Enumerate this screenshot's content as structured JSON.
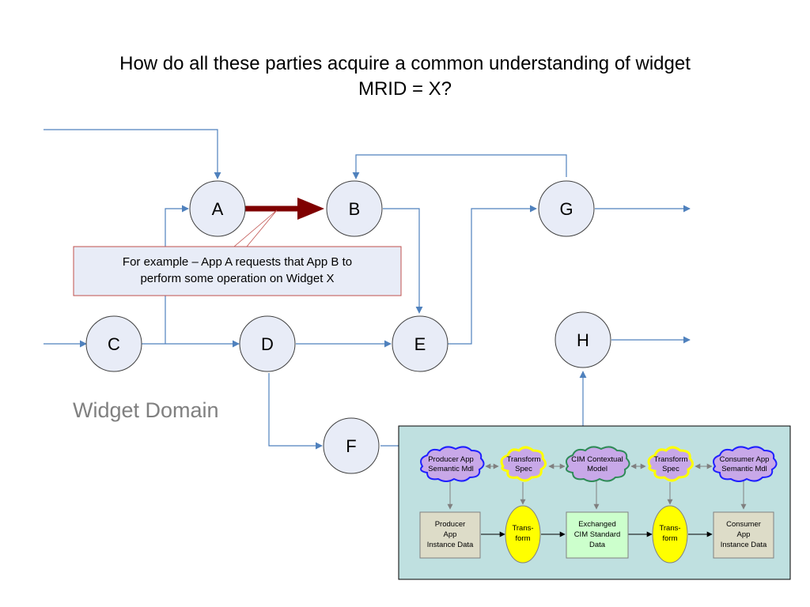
{
  "title": {
    "line1": "How do all these parties acquire a common understanding of widget",
    "line2": "MRID = X?"
  },
  "nodes": {
    "a": "A",
    "b": "B",
    "c": "C",
    "d": "D",
    "e": "E",
    "f": "F",
    "g": "G",
    "h": "H"
  },
  "callout": {
    "line1": "For example – App A requests that App B to",
    "line2": "perform some operation on Widget X"
  },
  "domain_label": "Widget Domain",
  "inset": {
    "clouds": {
      "producer_sem": [
        "Producer App",
        "Semantic Mdl"
      ],
      "transform_spec_1": [
        "Transform",
        "Spec"
      ],
      "cim_contextual": [
        "CIM Contextual",
        "Model"
      ],
      "transform_spec_2": [
        "Transform",
        "Spec"
      ],
      "consumer_sem": [
        "Consumer App",
        "Semantic Mdl"
      ]
    },
    "boxes": {
      "producer_data": [
        "Producer",
        "App",
        "Instance Data"
      ],
      "exchanged": [
        "Exchanged",
        "CIM Standard",
        "Data"
      ],
      "consumer_data": [
        "Consumer",
        "App",
        "Instance Data"
      ]
    },
    "transforms": {
      "t1": [
        "Trans-",
        "form"
      ],
      "t2": [
        "Trans-",
        "form"
      ]
    }
  },
  "colors": {
    "node_fill": "#e8ecf7",
    "arrow_blue": "#4f81bd",
    "callout_arrow": "#7f0000",
    "inset_bg": "#bfe0e0",
    "cloud_purple": "#c8a8e8",
    "transform_yellow": "#ffff00",
    "box_beige": "#dddcc8",
    "box_green": "#ccffcc"
  }
}
